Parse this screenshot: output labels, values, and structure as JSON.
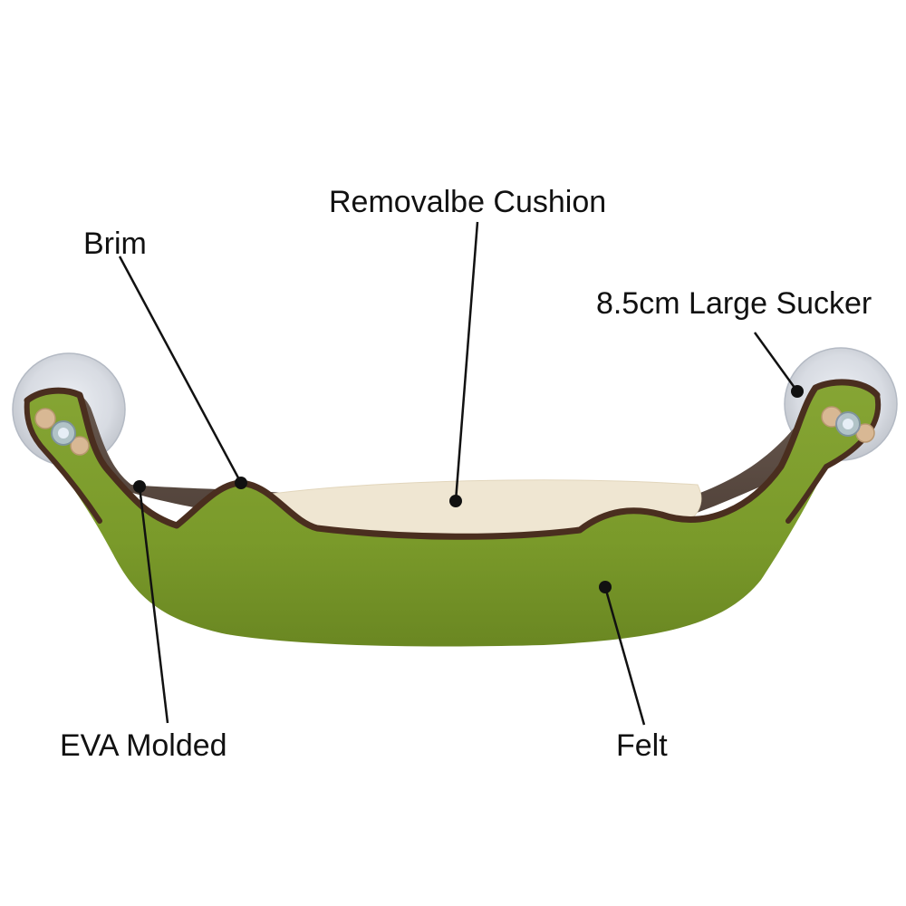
{
  "labels": {
    "cushion": "Removalbe Cushion",
    "brim": "Brim",
    "sucker": "8.5cm Large Sucker",
    "eva": "EVA Molded",
    "felt": "Felt"
  },
  "colors": {
    "felt": "#7a9a2a",
    "brim": "#4a2e1f",
    "eva_inner": "#5a4a40",
    "cushion": "#efe6d2",
    "sucker": "#d9dde6",
    "wood": "#d8b894"
  }
}
